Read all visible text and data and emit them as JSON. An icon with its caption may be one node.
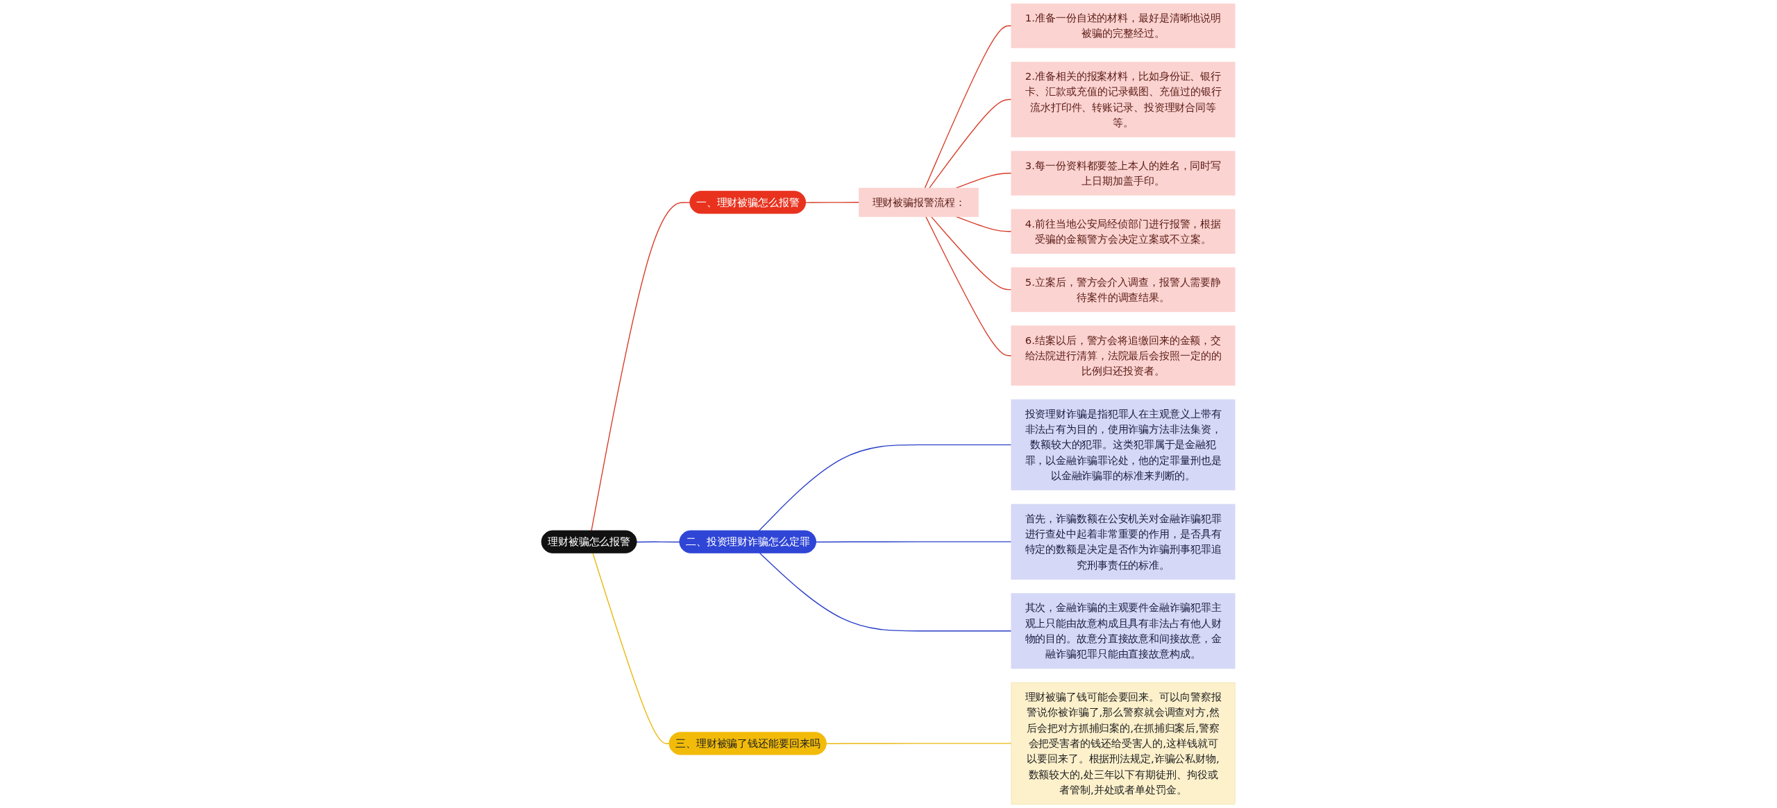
{
  "diagram": {
    "nodes": [
      {
        "text": [
          "理财被骗怎么报警"
        ]
      },
      {
        "text": [
          "一、理财被骗怎么报警"
        ]
      },
      {
        "text": [
          "理财被骗报警流程："
        ]
      },
      {
        "text": [
          "1.准备一份自述的材料，最好是清晰地说明被骗的完整经过。"
        ]
      },
      {
        "text": [
          "2.准备相关的报案材料，比如身份证、银行卡、汇款或充值的记录截图、充值过的银行流水打印件、转账记录、投资理财合同等等。"
        ]
      },
      {
        "text": [
          "3.每一份资料都要签上本人的姓名，同时写上日期加盖手印。"
        ]
      },
      {
        "text": [
          "4.前往当地公安局经侦部门进行报警，根据受骗的金额警方会决定立案或不立案。"
        ]
      },
      {
        "text": [
          "5.立案后，警方会介入调查，报警人需要静待案件的调查结果。"
        ]
      },
      {
        "text": [
          "6.结案以后，警方会将追缴回来的金额，交给法院进行清算，法院最后会按照一定的的比例归还投资者。"
        ]
      },
      {
        "text": [
          "二、投资理财诈骗怎么定罪"
        ]
      },
      {
        "text": [
          "投资理财诈骗是指犯罪人在主观意义上带有非法占有为目的，使用诈骗方法非法集资，数额较大的犯罪。这类犯罪属于是金融犯罪，以金融诈骗罪论处，他的定罪量刑也是以金融诈骗罪的标准来判断的。"
        ]
      },
      {
        "text": [
          "首先，诈骗数额在公安机关对金融诈骗犯罪进行查处中起着非常重要的作用，是否具有特定的数额是决定是否作为诈骗刑事犯罪追究刑事责任的标准。"
        ]
      },
      {
        "text": [
          "其次，金融诈骗的主观要件金融诈骗犯罪主观上只能由故意构成且具有非法占有他人财物的目的。故意分直接故意和间接故意，金融诈骗犯罪只能由直接故意构成。"
        ]
      },
      {
        "text": [
          "三、理财被骗了钱还能要回来吗"
        ]
      },
      {
        "text": [
          "理财被骗了钱可能会要回来。可以向警察报警说你被诈骗了,那么警察就会调查对方,然后会把对方抓捕归案的,在抓捕归案后,警察会把受害者的钱还给受害人的,这样钱就可以要回来了。根据刑法规定,诈骗公私财物,数额较大的,处三年以下有期徒刑、拘役或者管制,并处或者单处罚金。"
        ]
      }
    ],
    "edges": [
      {
        "from": 0,
        "to": 1,
        "arrow": "none",
        "color": "#d93a26"
      },
      {
        "from": 1,
        "to": 2,
        "arrow": "none",
        "color": "#d93a26"
      },
      {
        "from": 2,
        "to": 3,
        "arrow": "none",
        "color": "#d93a26"
      },
      {
        "from": 2,
        "to": 4,
        "arrow": "none",
        "color": "#d93a26"
      },
      {
        "from": 2,
        "to": 5,
        "arrow": "none",
        "color": "#d93a26"
      },
      {
        "from": 2,
        "to": 6,
        "arrow": "none",
        "color": "#d93a26"
      },
      {
        "from": 2,
        "to": 7,
        "arrow": "none",
        "color": "#d93a26"
      },
      {
        "from": 2,
        "to": 8,
        "arrow": "none",
        "color": "#d93a26"
      },
      {
        "from": 0,
        "to": 9,
        "arrow": "none",
        "color": "#2a3fc8"
      },
      {
        "from": 9,
        "to": 10,
        "arrow": "none",
        "color": "#2a3fc8"
      },
      {
        "from": 9,
        "to": 11,
        "arrow": "none",
        "color": "#2a3fc8"
      },
      {
        "from": 9,
        "to": 12,
        "arrow": "none",
        "color": "#2a3fc8"
      },
      {
        "from": 0,
        "to": 13,
        "arrow": "none",
        "color": "#e9b80c"
      },
      {
        "from": 13,
        "to": 14,
        "arrow": "none",
        "color": "#e9b80c"
      }
    ]
  }
}
